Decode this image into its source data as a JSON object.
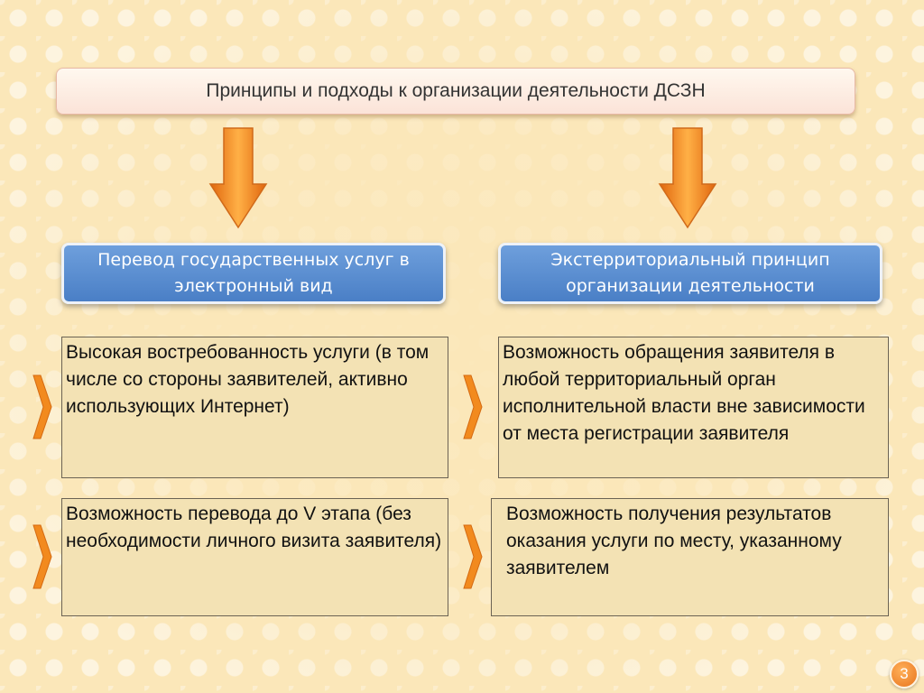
{
  "title": "Принципы и подходы к организации деятельности ДСЗН",
  "left_heading": "Перевод государственных услуг в электронный вид",
  "right_heading": "Экстерриториальный принцип организации деятельности",
  "left_items": [
    "Высокая востребованность услуги (в том числе со стороны заявителей, активно использующих Интернет)",
    "Возможность перевода до V этапа (без необходимости личного визита заявителя)"
  ],
  "right_items": [
    "Возможность обращения заявителя в любой территориальный орган исполнительной власти вне зависимости от места регистрации заявителя",
    "Возможность получения результатов оказания услуги по месту, указанному заявителем"
  ],
  "page_number": "3",
  "colors": {
    "arrow_orange": "#f28a1e",
    "heading_blue": "#4a7fc6",
    "panel_fill": "#f3e2b4",
    "background": "#fbe7b9"
  },
  "icons": [
    "down-arrow-icon",
    "chevron-right-icon"
  ]
}
